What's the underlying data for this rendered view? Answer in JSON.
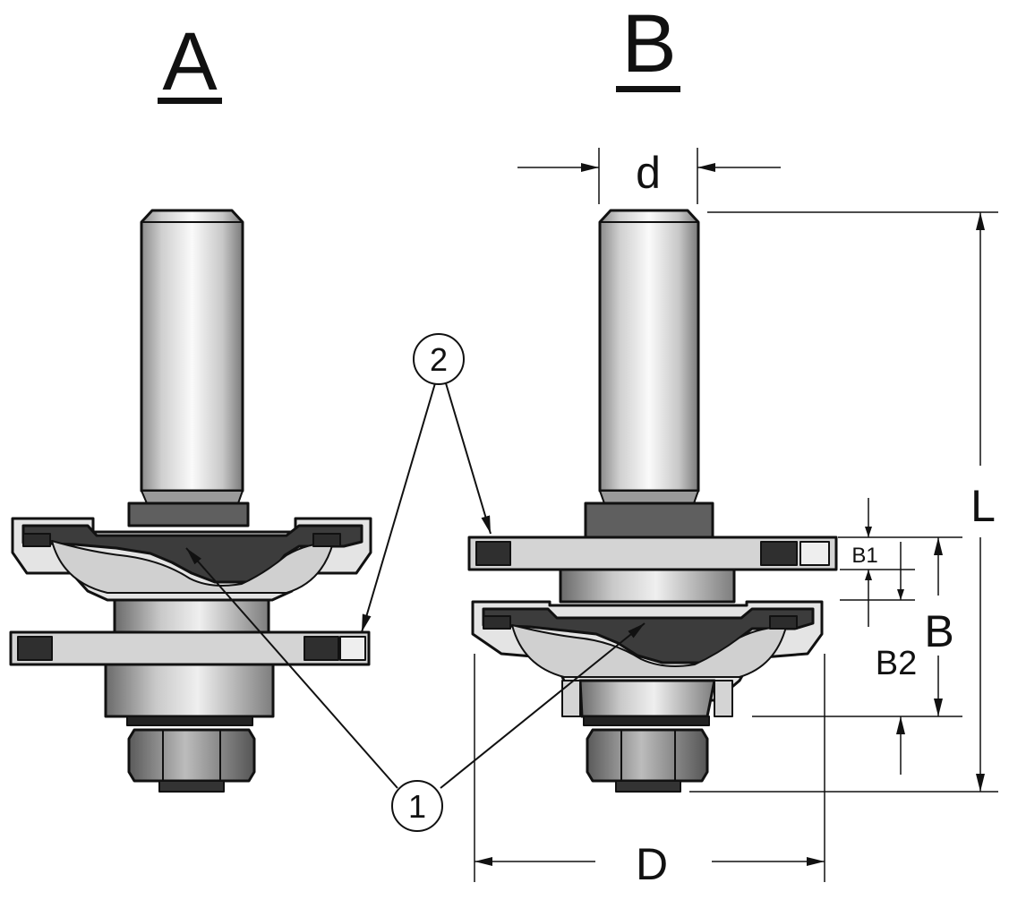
{
  "figure_labels": {
    "variant_a": "A",
    "variant_b": "B"
  },
  "dimensions": {
    "shank_diameter": "d",
    "overall_length": "L",
    "cutting_diameter": "D",
    "total_height": "B",
    "height_b1": "B1",
    "height_b2": "B2"
  },
  "callouts": {
    "cutter": "1",
    "bearing": "2"
  },
  "colors": {
    "line": "#111111",
    "steel_light": "#f2f2f2",
    "steel_mid": "#c4c4c4",
    "steel_dark": "#5a5a5a",
    "cutter_face": "#d9d9d9",
    "insert_dark": "#3a3a3a"
  }
}
